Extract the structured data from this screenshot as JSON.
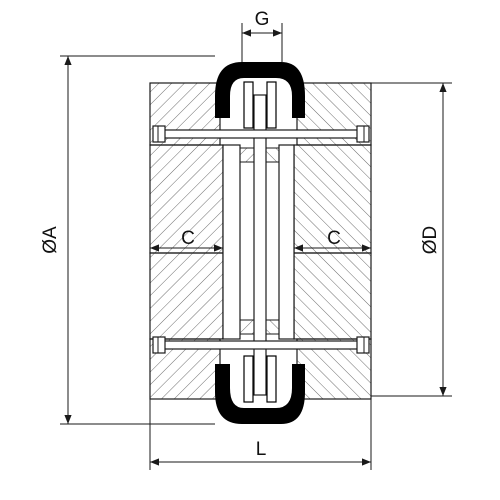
{
  "dimensions": {
    "gap": "G",
    "outer_diameter": "ØA",
    "spigot_diameter": "ØD",
    "hub_length": "C",
    "total_length": "L"
  },
  "colors": {
    "line": "#1a1a1a",
    "hatch": "#6e6e6e",
    "seal": "#000000",
    "background": "#ffffff"
  }
}
